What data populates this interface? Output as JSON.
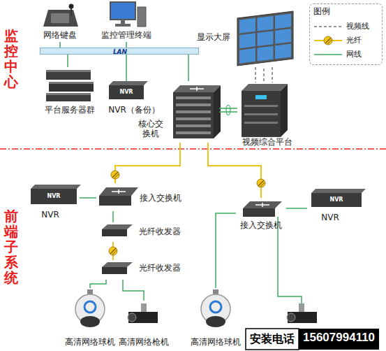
{
  "diagram": {
    "nodes": [
      {
        "text": [
          "网络键盘"
        ]
      },
      {
        "text": [
          "监控管理终端"
        ]
      },
      {
        "text": [
          "LAN"
        ]
      },
      {
        "text": [
          "显示大屏"
        ]
      },
      {
        "text": [
          "平台服务器群"
        ]
      },
      {
        "text": [
          "NVR",
          "NVR（备份）"
        ]
      },
      {
        "text": [
          "核心交换机"
        ]
      },
      {
        "text": [
          "视频综合平台"
        ]
      },
      {
        "text": [
          "接入交换机"
        ]
      },
      {
        "text": [
          "NVR",
          "NVR"
        ]
      },
      {
        "text": [
          "光纤收发器"
        ]
      },
      {
        "text": [
          "光纤收发器"
        ]
      },
      {
        "text": [
          "高清网络球机"
        ]
      },
      {
        "text": [
          "高清网络枪机"
        ]
      },
      {
        "text": [
          "接入交换机"
        ]
      },
      {
        "text": [
          "NVR",
          "NVR"
        ]
      },
      {
        "text": [
          "高清网络球机"
        ]
      }
    ],
    "edges": [
      {
        "from": 0,
        "to": 2,
        "arrow": "none"
      },
      {
        "from": 1,
        "to": 2,
        "arrow": "none"
      },
      {
        "from": 4,
        "to": 2,
        "arrow": "none"
      },
      {
        "from": 5,
        "to": 2,
        "arrow": "none"
      },
      {
        "from": 2,
        "to": 6,
        "arrow": "none"
      },
      {
        "from": 6,
        "to": 7,
        "arrow": "none"
      },
      {
        "from": 7,
        "to": 3,
        "arrow": "none"
      },
      {
        "from": 6,
        "to": 8,
        "arrow": "none"
      },
      {
        "from": 6,
        "to": 14,
        "arrow": "none"
      },
      {
        "from": 8,
        "to": 9,
        "arrow": "none"
      },
      {
        "from": 8,
        "to": 10,
        "arrow": "none"
      },
      {
        "from": 10,
        "to": 11,
        "arrow": "none"
      },
      {
        "from": 11,
        "to": 12,
        "arrow": "none"
      },
      {
        "from": 11,
        "to": 13,
        "arrow": "none"
      },
      {
        "from": 14,
        "to": 15,
        "arrow": "none"
      },
      {
        "from": 14,
        "to": 16,
        "arrow": "none"
      }
    ],
    "labels": [
      "监控中心",
      "前端子系统",
      "图例",
      "安装电话",
      "15607994110"
    ],
    "legend": [
      {
        "text": "视频线"
      },
      {
        "text": "光纤"
      },
      {
        "text": "网线"
      }
    ]
  }
}
